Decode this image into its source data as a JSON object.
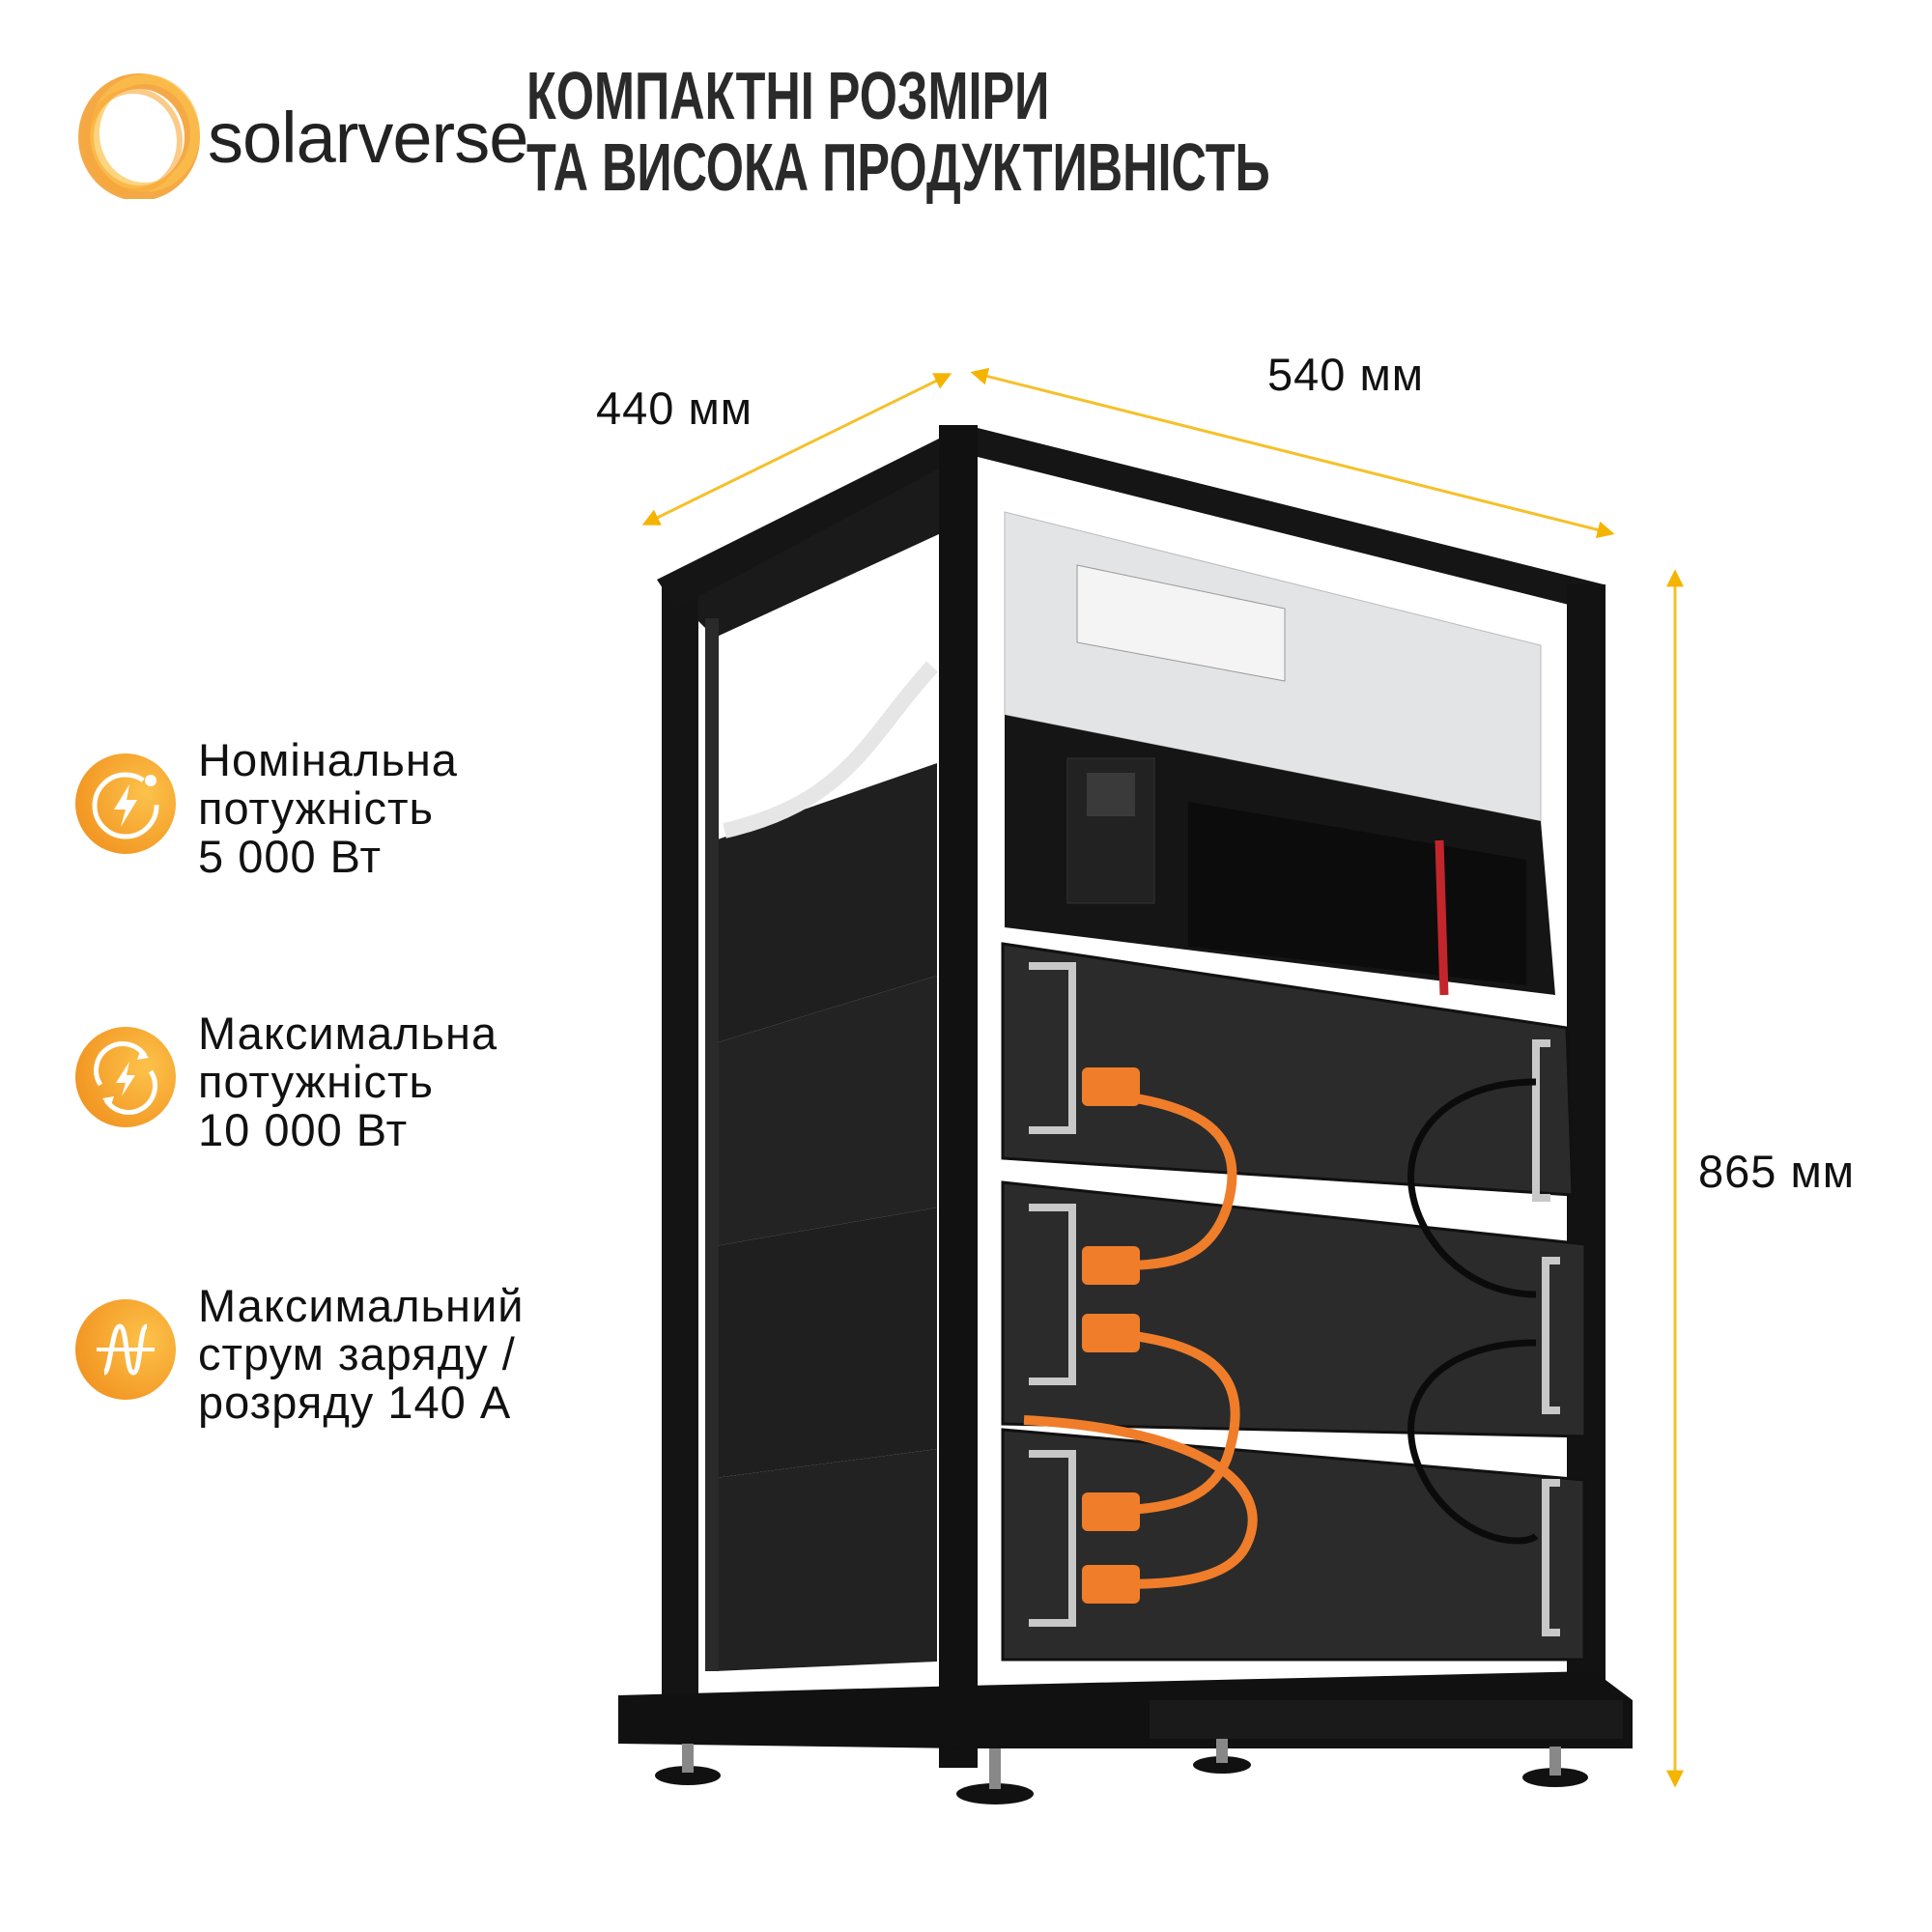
{
  "brand": {
    "name": "solarverse",
    "logo_colors": [
      "#f39a26",
      "#fcc24a"
    ]
  },
  "header": {
    "title_line1": "КОМПАКТНІ РОЗМІРИ",
    "title_line2": "ТА ВИСОКА ПРОДУКТИВНІСТЬ"
  },
  "features": [
    {
      "icon": "power-bolt-icon",
      "lines": [
        "Номінальна",
        "потужність",
        "5 000 Вт"
      ]
    },
    {
      "icon": "cycle-bolt-icon",
      "lines": [
        "Максимальна",
        "потужність",
        "10 000 Вт"
      ]
    },
    {
      "icon": "sine-wave-icon",
      "lines": [
        "Максимальний",
        "струм заряду /",
        "розряду 140 А"
      ]
    }
  ],
  "dimensions": {
    "depth": "440 мм",
    "width": "540 мм",
    "height": "865 мм"
  },
  "colors": {
    "accent": "#f5b400",
    "icon_orange": "#f39a26",
    "rack": "#161616",
    "panel": "#e3e4e6"
  }
}
